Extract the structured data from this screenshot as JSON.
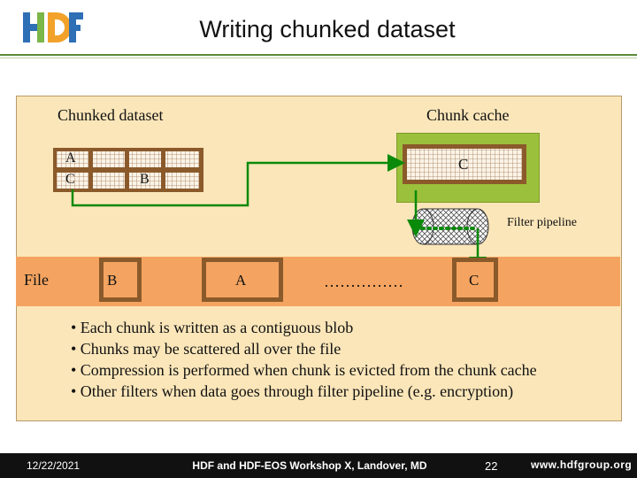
{
  "slide": {
    "title": "Writing chunked dataset"
  },
  "diagram": {
    "chunked_dataset_label": "Chunked dataset",
    "chunk_cache_label": "Chunk cache",
    "filter_pipeline_label": "Filter pipeline",
    "file_label": "File",
    "chunks": {
      "a": "A",
      "b": "B",
      "c": "C"
    },
    "ellipsis": "……………",
    "colors": {
      "panel": "#fbe6b9",
      "file_bar": "#f4a460",
      "cache": "#9bc03b",
      "chunk_border": "#8b5a2b",
      "arrow": "#0a8a0a"
    }
  },
  "bullets": [
    "• Each chunk is written as a contiguous blob",
    "• Chunks may be scattered all over the file",
    "• Compression is performed when chunk is evicted from the chunk cache",
    "• Other filters when data goes through filter pipeline (e.g. encryption)"
  ],
  "footer": {
    "date": "12/22/2021",
    "event": "HDF and HDF-EOS Workshop X, Landover, MD",
    "page": "22",
    "url": "www.hdfgroup.org"
  }
}
